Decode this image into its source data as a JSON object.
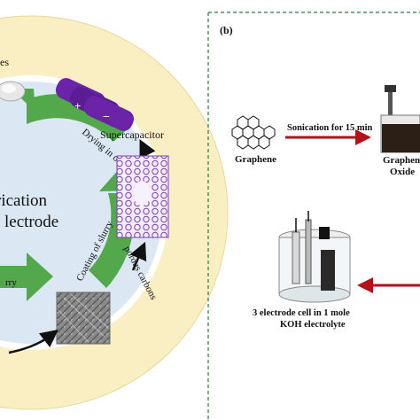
{
  "panel_a": {
    "center_title_line1": "rication",
    "center_title_line2": "lectrode",
    "label_top_left_fragment": "es",
    "supercapacitor_label": "Supercapacitor",
    "step_drying": "Drying in oven 20 min",
    "step_coating": "Coating of slurry",
    "step_slurry_fragment": "rry",
    "porous_carbons_label": "porous carbons",
    "battery_plus": "+",
    "battery_minus": "−"
  },
  "panel_b": {
    "panel_label": "(b)",
    "graphene_label": "Graphene",
    "sonication_label": "Sonication for 15 min",
    "graphene_oxide_line1": "Graphen",
    "graphene_oxide_line2": "Oxide",
    "cell_label_line1": "3 electrode cell in 1 mole",
    "cell_label_line2": "KOH electrolyte"
  },
  "colors": {
    "outer_ring": "#f9efc2",
    "inner_disc": "#dbe8f3",
    "green_arrow": "#52a84a",
    "battery_purple": "#6b24a8",
    "red_arrow": "#b3121b",
    "dashed_border": "#2c7a3c",
    "mesh_purple": "#7d3fb0"
  }
}
